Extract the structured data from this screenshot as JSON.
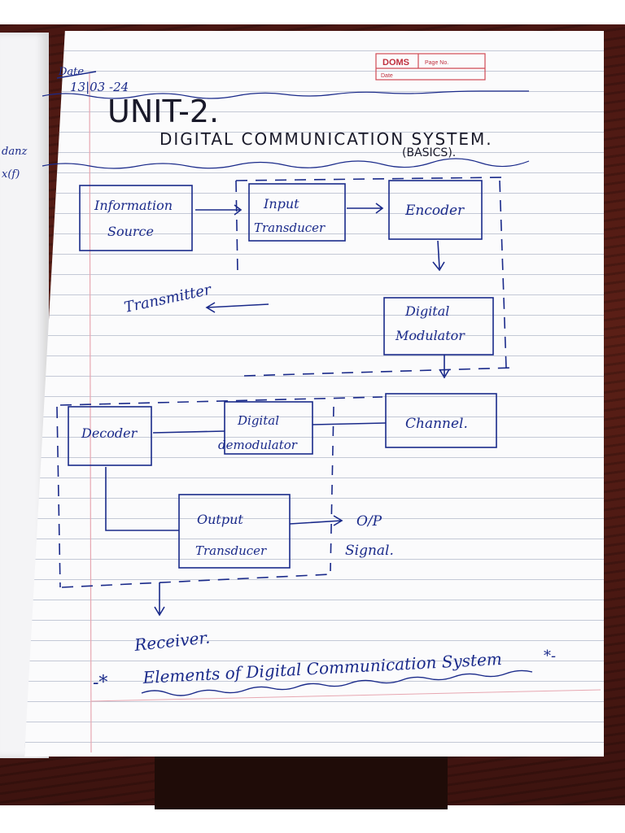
{
  "header": {
    "date_label": "Date",
    "date_value": "13|03 -24",
    "brand": "DOMS",
    "page_no_label": "Page No.",
    "date_field_label": "Date"
  },
  "title": {
    "unit": "UNIT-2.",
    "subject": "DIGITAL COMMUNICATION SYSTEM.",
    "subtitle": "(BASICS)."
  },
  "left_page": {
    "fragment_1": "danz",
    "fragment_2": "x(f)"
  },
  "diagram": {
    "blocks": {
      "information_source": [
        "Information",
        "Source"
      ],
      "input_transducer": [
        "Input",
        "Transducer"
      ],
      "encoder": "Encoder",
      "digital_modulator": [
        "Digital",
        "Modulator"
      ],
      "channel": "Channel.",
      "digital_demodulator": [
        "Digital",
        "demodulator"
      ],
      "decoder": "Decoder",
      "output_transducer": [
        "Output",
        "Transducer"
      ]
    },
    "transmitter_label": "Transmitter",
    "receiver_label": "Receiver.",
    "output_signal": [
      "O/P",
      "Signal."
    ]
  },
  "caption": {
    "lead": "-*",
    "text": "Elements of Digital Communication System",
    "trail": "*-"
  },
  "colors": {
    "ink": "#1a2a8a",
    "doms_red": "#c0303e",
    "paper": "#fbfbfc",
    "rule_lines": "#c4c9d6",
    "wood": "#4a1712"
  }
}
